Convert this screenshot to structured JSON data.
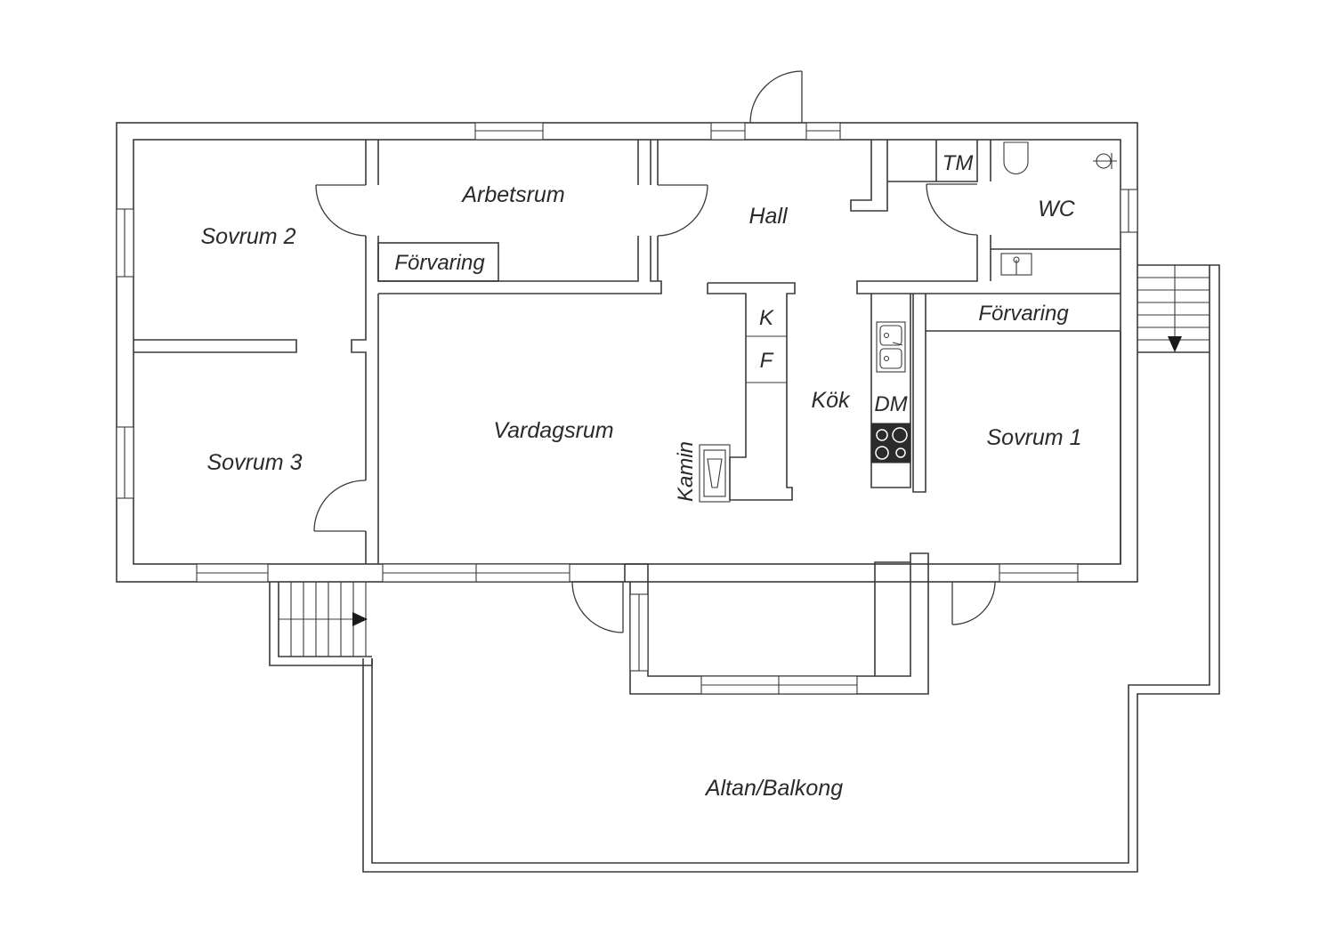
{
  "rooms": {
    "sovrum2": "Sovrum 2",
    "arbetsrum": "Arbetsrum",
    "forvaring_left": "Förvaring",
    "hall": "Hall",
    "tm": "TM",
    "wc": "WC",
    "forvaring_right": "Förvaring",
    "vardagsrum": "Vardagsrum",
    "kok": "Kök",
    "k": "K",
    "f": "F",
    "dm": "DM",
    "kamin": "Kamin",
    "sovrum1": "Sovrum 1",
    "sovrum3": "Sovrum 3",
    "altan": "Altan/Balkong"
  },
  "colors": {
    "line": "#3a3a3a",
    "background": "#ffffff",
    "hob": "#2b2b2b"
  }
}
